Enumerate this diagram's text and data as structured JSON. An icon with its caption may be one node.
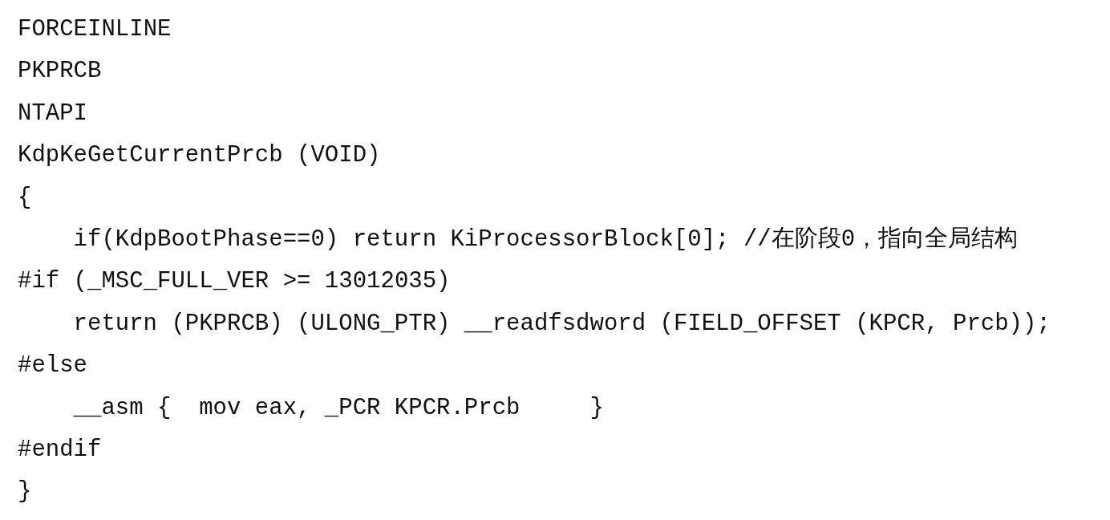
{
  "diagram": {
    "labels": [
      "FORCEINLINE",
      "PKPRCB",
      "NTAPI",
      "KdpKeGetCurrentPrcb (VOID)",
      "{",
      "if(KdpBootPhase==0) return KiProcessorBlock[0]; //在阶段0，指向全局结构",
      "#if (_MSC_FULL_VER >= 13012035)",
      "return (PKPRCB) (ULONG_PTR) __readfsdword (FIELD_OFFSET (KPCR, Prcb));",
      "#else",
      "__asm {  mov eax, _PCR KPCR.Prcb     }",
      "#endif",
      "}"
    ]
  }
}
